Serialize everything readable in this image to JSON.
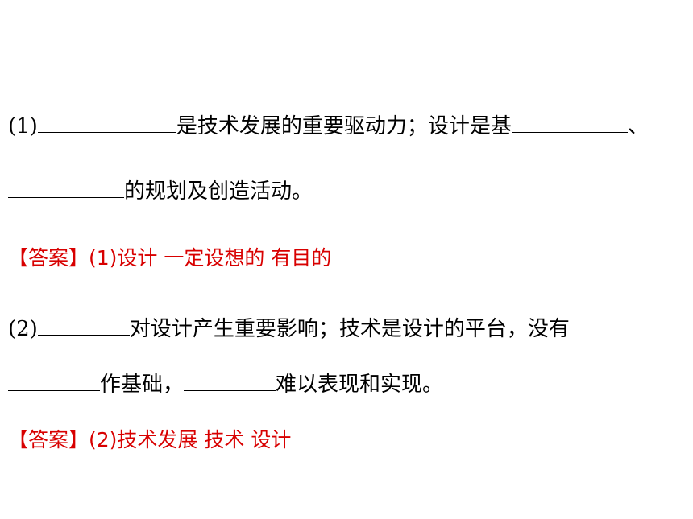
{
  "question1": {
    "number": "(1)",
    "text_a": "是技术发展的重要驱动力；设计是基",
    "text_b": "、",
    "text_c": "的规划及创造活动。"
  },
  "answer1": {
    "label": "【答案】",
    "text": "(1)设计  一定设想的  有目的"
  },
  "question2": {
    "number": "(2)",
    "text_a": "对设计产生重要影响；技术是设计的平台，没有",
    "text_b": "作基础，",
    "text_c": "难以表现和实现。"
  },
  "answer2": {
    "label": "【答案】",
    "text": "(2)技术发展 技术 设计"
  },
  "colors": {
    "answer": "#d80000",
    "text": "#000000"
  }
}
